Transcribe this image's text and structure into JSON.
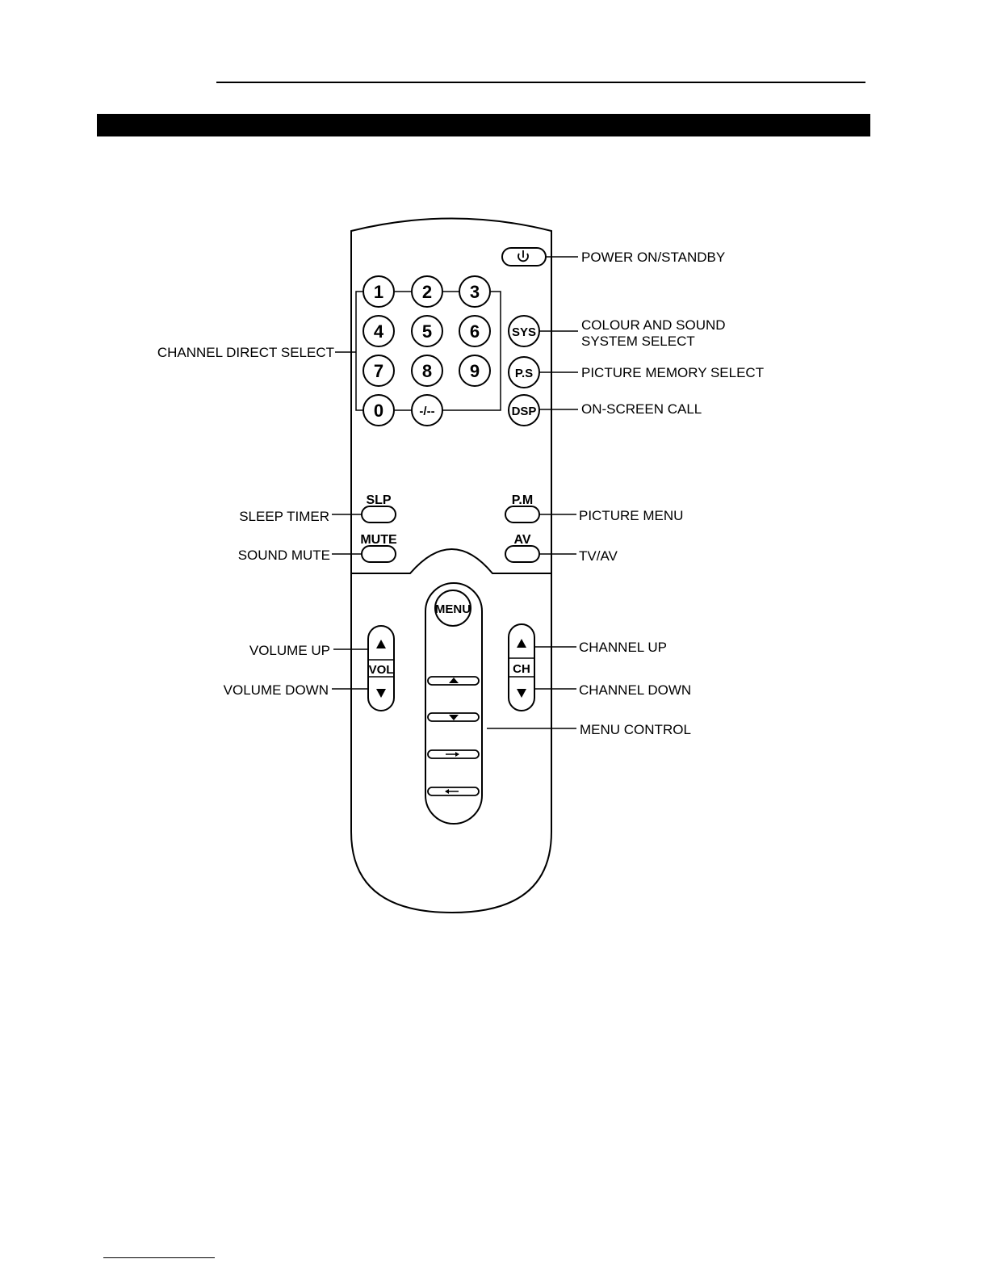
{
  "remote": {
    "number_keys": [
      "1",
      "2",
      "3",
      "4",
      "5",
      "6",
      "7",
      "8",
      "9",
      "0",
      "-/--"
    ],
    "side_keys": {
      "sys": "SYS",
      "ps": "P.S",
      "dsp": "DSP"
    },
    "slp": "SLP",
    "mute": "MUTE",
    "pm": "P.M",
    "av": "AV",
    "menu": "MENU",
    "vol": "VOL",
    "ch": "CH"
  },
  "callouts": {
    "power": "POWER ON/STANDBY",
    "colour_sound_1": "COLOUR AND SOUND",
    "colour_sound_2": "SYSTEM SELECT",
    "picture_memory": "PICTURE MEMORY SELECT",
    "on_screen": "ON-SCREEN CALL",
    "channel_direct": "CHANNEL DIRECT SELECT",
    "sleep_timer": "SLEEP TIMER",
    "sound_mute": "SOUND MUTE",
    "picture_menu": "PICTURE MENU",
    "tv_av": "TV/AV",
    "volume_up": "VOLUME UP",
    "volume_down": "VOLUME DOWN",
    "channel_up": "CHANNEL UP",
    "channel_down": "CHANNEL DOWN",
    "menu_control": "MENU CONTROL"
  }
}
